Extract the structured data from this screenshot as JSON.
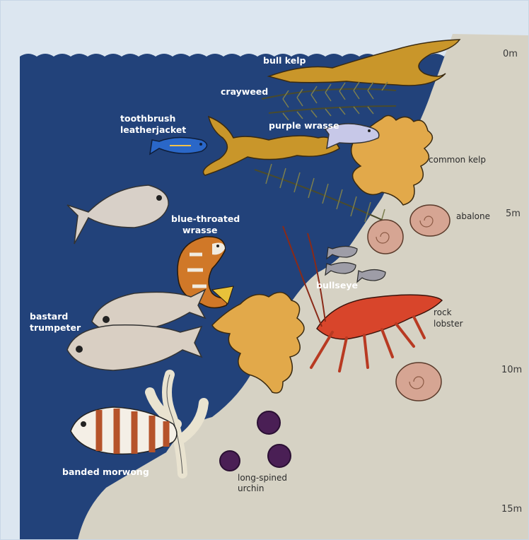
{
  "colors": {
    "sky": "#dce6f0",
    "water": "#22427a",
    "seabed": "#d6d2c4",
    "kelp": "#c9962a",
    "weed": "#6b6e45",
    "lobster": "#d8452b",
    "abalone": "#d6a593",
    "urchin": "#4a1f55",
    "label_on_water": "#ffffff",
    "label_on_seabed": "#2b2b2b"
  },
  "depth_markers": [
    "0m",
    "5m",
    "10m",
    "15m"
  ],
  "labels": {
    "bull_kelp": "bull kelp",
    "crayweed": "crayweed",
    "toothbrush_leatherjacket": [
      "toothbrush",
      "leatherjacket"
    ],
    "purple_wrasse": "purple wrasse",
    "common_kelp": "common kelp",
    "abalone": "abalone",
    "blue_throated_wrasse": [
      "blue-throated",
      "wrasse"
    ],
    "bullseye": "bullseye",
    "rock_lobster": [
      "rock",
      "lobster"
    ],
    "bastard_trumpeter": [
      "bastard",
      "trumpeter"
    ],
    "banded_morwong": "banded morwong",
    "long_spined_urchin": [
      "long-spined",
      "urchin"
    ]
  }
}
